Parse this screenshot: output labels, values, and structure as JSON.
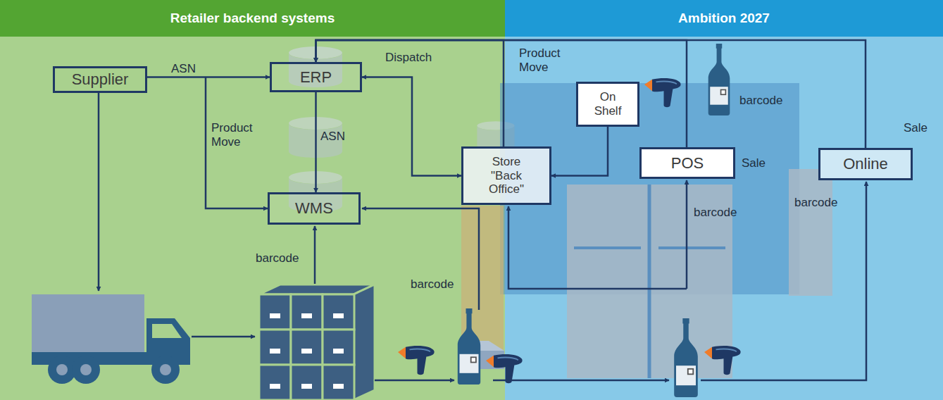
{
  "diagram": {
    "nodes": [
      {
        "text": [
          "Retailer backend systems"
        ]
      },
      {
        "text": [
          "Ambition 2027"
        ]
      },
      {
        "text": [
          "Supplier"
        ]
      },
      {
        "text": [
          "ERP"
        ]
      },
      {
        "text": [
          "WMS"
        ]
      },
      {
        "text": [
          "Store \"Back Office\""
        ]
      },
      {
        "text": [
          "On Shelf"
        ]
      },
      {
        "text": [
          "POS"
        ]
      },
      {
        "text": [
          "Online"
        ]
      }
    ],
    "edges": [
      {
        "from": 2,
        "to": 3,
        "label": "ASN",
        "arrow": "to"
      },
      {
        "from": 2,
        "to": 4,
        "label": "Product Move",
        "arrow": "to"
      },
      {
        "from": 3,
        "to": 4,
        "label": "ASN",
        "arrow": "to"
      },
      {
        "from": 3,
        "to": 5,
        "label": "Dispatch",
        "arrow": "both"
      },
      {
        "from": 6,
        "to": 5,
        "arrow": "to"
      },
      {
        "from": 5,
        "to": 3,
        "label": "Product Move",
        "arrow": "to"
      },
      {
        "from": 7,
        "to": 3,
        "label": "Sale",
        "arrow": "to"
      },
      {
        "from": 8,
        "to": 3,
        "label": "Sale",
        "arrow": "to"
      }
    ],
    "labels": [
      "barcode",
      "barcode",
      "barcode",
      "barcode",
      "barcode"
    ]
  }
}
